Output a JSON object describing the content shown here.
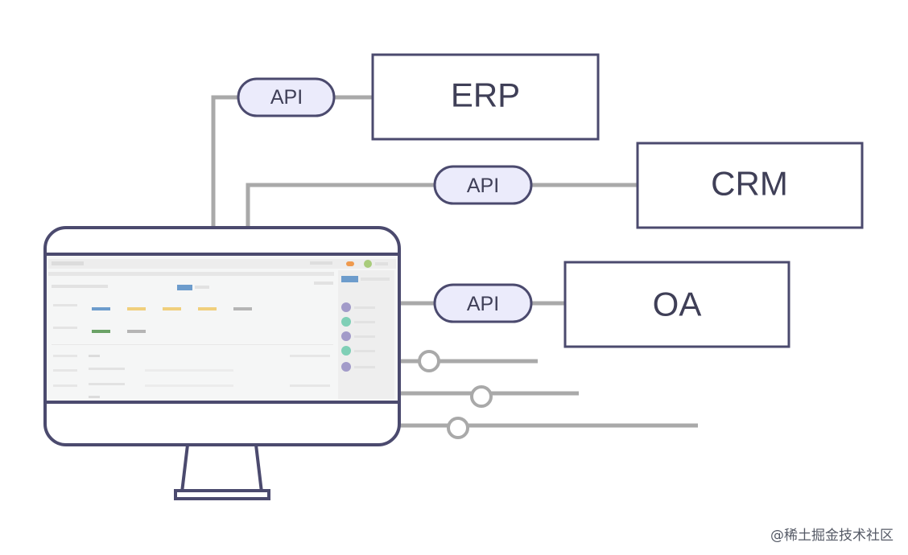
{
  "nodes": {
    "erp": {
      "label": "ERP"
    },
    "crm": {
      "label": "CRM"
    },
    "oa": {
      "label": "OA"
    }
  },
  "connectors": {
    "erp_api": {
      "label": "API"
    },
    "crm_api": {
      "label": "API"
    },
    "oa_api": {
      "label": "API"
    }
  },
  "colors": {
    "outline": "#4b4a6e",
    "wire": "#a9a9a9",
    "api_fill": "#ebebfb",
    "screen_bg": "#f5f6f6",
    "dot_purple": "#a29bc9",
    "dot_teal": "#7fcfb6",
    "bar_blue": "#6d9ccc",
    "bar_yellow": "#f0cf7c",
    "bar_green": "#6aa266",
    "bar_gray": "#b5b5b5",
    "badge_orange": "#ef9a4e",
    "badge_green": "#a9cc7c"
  },
  "watermark": "@稀土掘金技术社区"
}
